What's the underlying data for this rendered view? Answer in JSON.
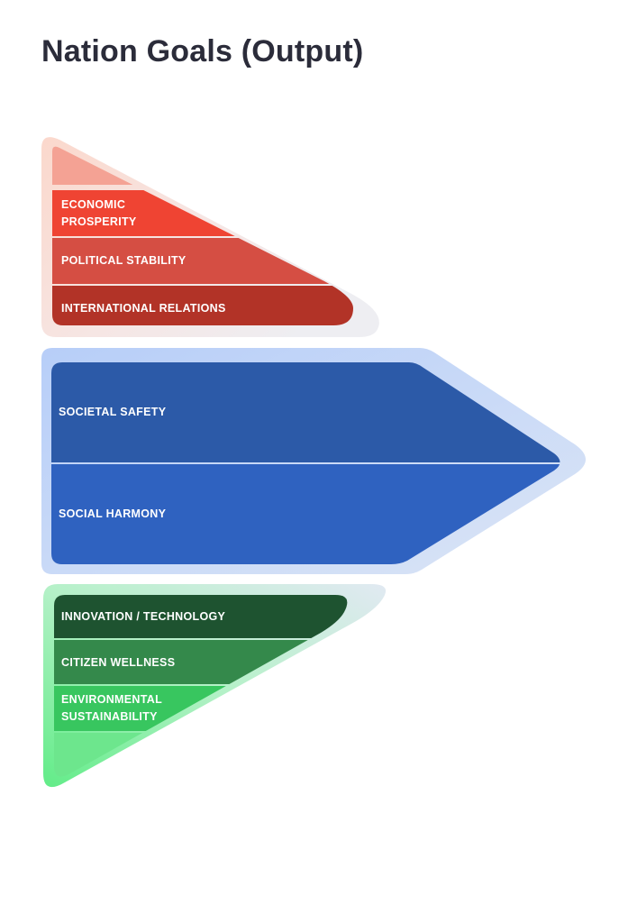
{
  "title": "Nation Goals (Output)",
  "top_group": {
    "accent": "#ef4433",
    "segments": [
      {
        "label": "ECONOMIC\nPROSPERITY",
        "color": "#ef4433"
      },
      {
        "label": "POLITICAL STABILITY",
        "color": "#d54e43"
      },
      {
        "label": "INTERNATIONAL RELATIONS",
        "color": "#b23327"
      }
    ]
  },
  "middle_group": {
    "accent": "#2c5baa",
    "segments": [
      {
        "label": "SOCIETAL SAFETY",
        "color": "#2c5aa8"
      },
      {
        "label": "SOCIAL HARMONY",
        "color": "#2f62c0"
      }
    ]
  },
  "bottom_group": {
    "accent": "#2e8b47",
    "segments": [
      {
        "label": "INNOVATION / TECHNOLOGY",
        "color": "#1e5330"
      },
      {
        "label": "CITIZEN WELLNESS",
        "color": "#34894b"
      },
      {
        "label": "ENVIRONMENTAL\nSUSTAINABILITY",
        "color": "#38c65f"
      }
    ]
  }
}
